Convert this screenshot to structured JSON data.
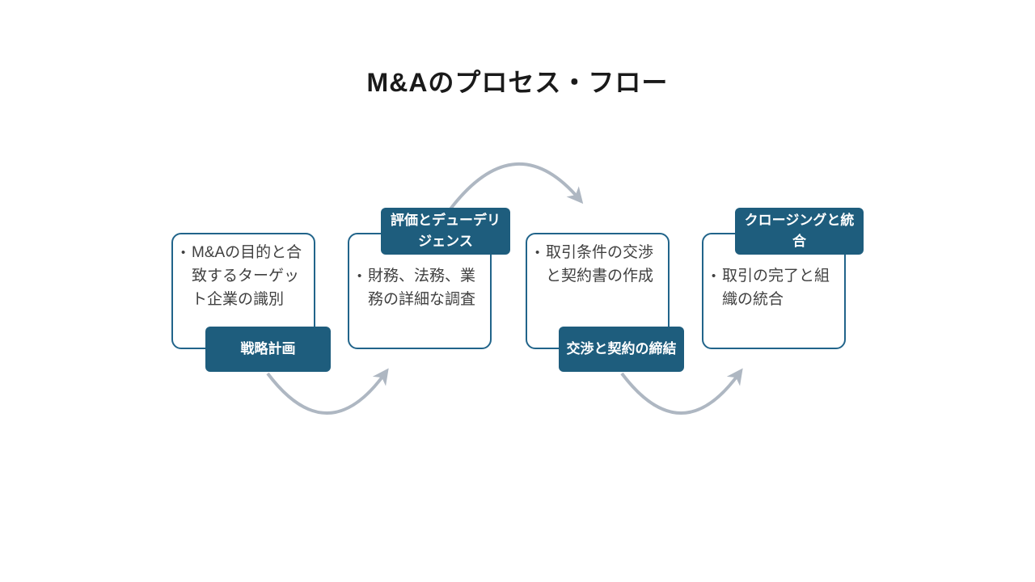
{
  "title": "M&Aのプロセス・フロー",
  "bullet_char": "•",
  "steps": [
    {
      "label": "戦略計画",
      "label_position": "bottom",
      "description": "M&Aの目的と合致するターゲット企業の識別"
    },
    {
      "label": "評価とデューデリジェンス",
      "label_position": "top",
      "description": "財務、法務、業務の詳細な調査"
    },
    {
      "label": "交渉と契約の締結",
      "label_position": "bottom",
      "description": "取引条件の交渉と契約書の作成"
    },
    {
      "label": "クロージングと統合",
      "label_position": "top",
      "description": "取引の完了と組織の統合"
    }
  ],
  "arrows": [
    {
      "name": "arrow-step1-to-step2",
      "position": "below",
      "direction": "right"
    },
    {
      "name": "arrow-step2-to-step3",
      "position": "above",
      "direction": "right"
    },
    {
      "name": "arrow-step3-to-step4",
      "position": "below",
      "direction": "right"
    }
  ],
  "colors": {
    "background": "#ffffff",
    "label_fill": "#1e5d7d",
    "label_text": "#ffffff",
    "box_border": "#21648a",
    "box_fill": "#ffffff",
    "arrow": "#aeb7c2",
    "body_text": "#404040",
    "title_text": "#1a1a1a"
  }
}
